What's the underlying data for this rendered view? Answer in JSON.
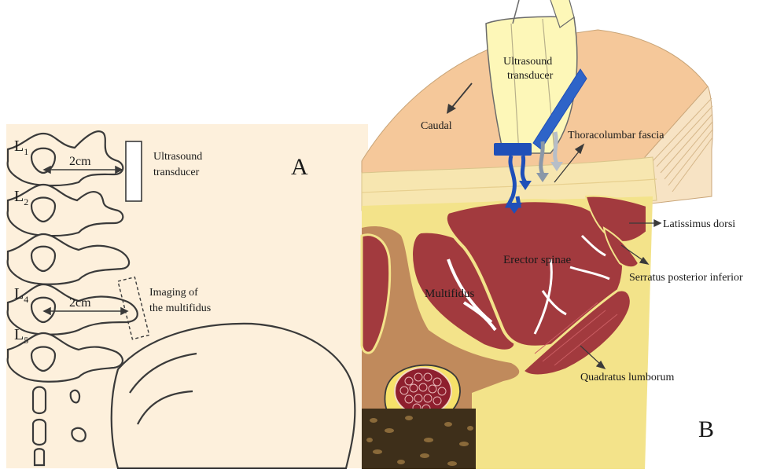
{
  "panel_a": {
    "panel_label": "A",
    "vertebrae": [
      {
        "main": "L",
        "sub": "1"
      },
      {
        "main": "L",
        "sub": "2"
      },
      {
        "main": "L",
        "sub": "4"
      },
      {
        "main": "L",
        "sub": "5"
      }
    ],
    "distance_top": "2cm",
    "distance_bottom": "2cm",
    "transducer_label": [
      "Ultrasound",
      "transducer"
    ],
    "imaging_label": [
      "Imaging of",
      "the multifidus"
    ]
  },
  "panel_b": {
    "panel_label": "B",
    "transducer_label": [
      "Ultrasound",
      "transducer"
    ],
    "caudal": "Caudal",
    "thoracolumbar_fascia": "Thoracolumbar fascia",
    "latissimus_dorsi": "Latissimus dorsi",
    "erector_spinae": "Erector spinae",
    "serratus": "Serratus posterior inferior",
    "multifidus": "Multifidus",
    "quadratus": "Quadratus lumborum"
  },
  "colors": {
    "bone_fill": "#fdf0dc",
    "line": "#3a3a3a",
    "skin": "#f5c89a",
    "fat": "#f6e98a",
    "muscle": "#a23a3e",
    "fascia_yellow": "#f3f08f",
    "probe": "#fdf7b8",
    "blue": "#1f4fb8",
    "grey_arrow": "#8a97a8"
  }
}
